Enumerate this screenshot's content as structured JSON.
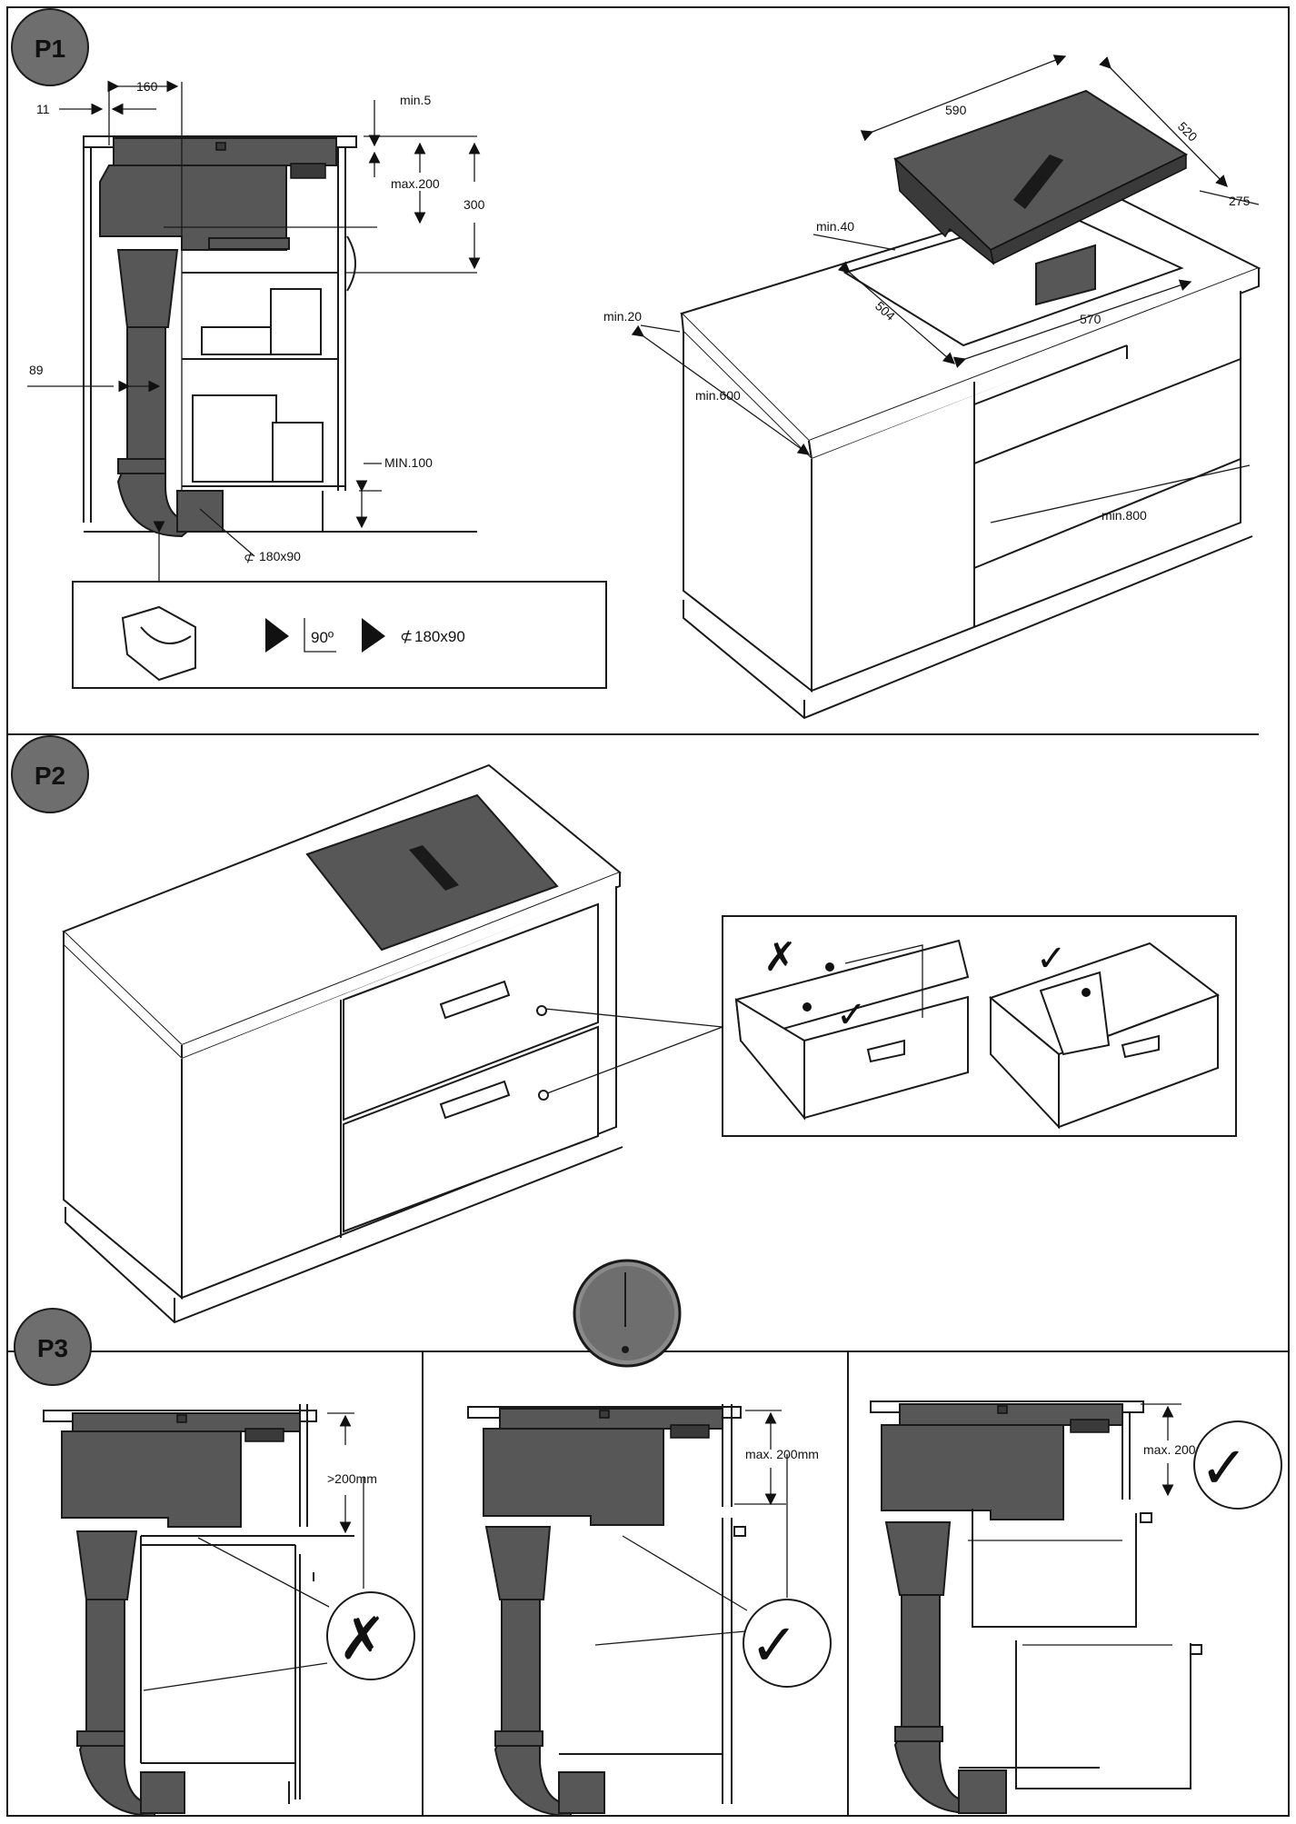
{
  "sections": {
    "p1": "P1",
    "p2": "P2",
    "p3": "P3"
  },
  "p1_side": {
    "dim_11": "11",
    "dim_160": "160",
    "dim_min5": "min.5",
    "dim_max200": "max.200",
    "dim_300": "300",
    "dim_89": "89",
    "dim_min100": "MIN.100",
    "duct_size": "180x90"
  },
  "p1_legend": {
    "angle": "90º",
    "duct_size": "180x90"
  },
  "p1_iso": {
    "dim_590": "590",
    "dim_520": "520",
    "dim_275": "275",
    "dim_min40": "min.40",
    "dim_504": "504",
    "dim_570": "570",
    "dim_min20": "min.20",
    "dim_min600": "min.600",
    "dim_min800": "min.800"
  },
  "p3": {
    "panel1_dim": ">200mm",
    "panel2_dim": "max. 200mm",
    "panel3_dim": "max. 200mm"
  },
  "colors": {
    "appliance": "#575757",
    "line": "#1a1a1a",
    "badge": "#6e6e6e"
  }
}
